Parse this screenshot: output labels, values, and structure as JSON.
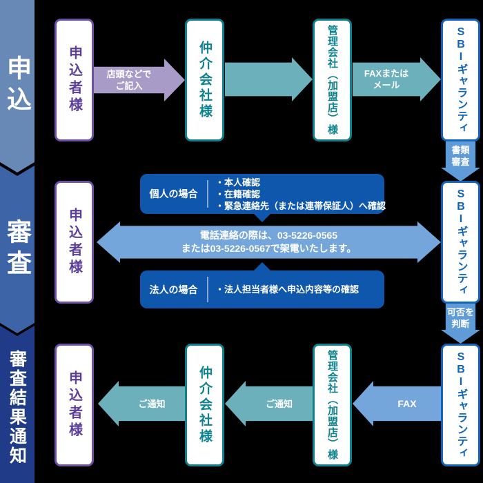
{
  "stages": [
    {
      "label": "申込"
    },
    {
      "label": "審査"
    },
    {
      "label": "審査結果通知"
    }
  ],
  "row1": {
    "applicant": "申込者様",
    "arrow_store_entry": "店頭などで\nご記入",
    "broker": "仲介会社様",
    "manager": "管理会社（加盟店）様",
    "arrow_fax_mail": "FAXまたは\nメール",
    "sbi": "SBIギャランティ",
    "down_arrow_document_screening": "書類\n審査"
  },
  "row2": {
    "applicant": "申込者様",
    "sbi": "SBIギャランティ",
    "individual_case": {
      "label": "個人の場合",
      "items": [
        "・本人確認",
        "・在籍確認",
        "・緊急連絡先（または連帯保証人）へ確認"
      ]
    },
    "phone_arrow": "電話連絡の際は、03-5226-0565\nまたは03-5226-0567で架電いたします。",
    "corporate_case": {
      "label": "法人の場合",
      "items": [
        "・法人担当者様へ申込内容等の確認"
      ]
    },
    "down_arrow_judgement": "可否を\n判断"
  },
  "row3": {
    "sbi": "SBIギャランティ",
    "arrow_fax": "FAX",
    "manager": "管理会社（加盟店）様",
    "arrow_notify_to_broker": "ご通知",
    "broker": "仲介会社様",
    "arrow_notify_to_applicant": "ご通知",
    "applicant": "申込者様"
  },
  "colors": {
    "background": "#000000",
    "banner_apply": "#6888b6",
    "banner_screening": "#3c64a6",
    "banner_result": "#203c88",
    "purple_border": "#6f51a5",
    "purple_text": "#5c3e99",
    "purple_arrow": "#a89bc8",
    "teal_border": "#0e828e",
    "teal_arrow": "#6bb0ba",
    "blue_border": "#1164bc",
    "light_blue_arrow": "#74a6db",
    "down_arrow_blue": "#5f9bd6",
    "case_box_blue": "#0f57ac"
  }
}
